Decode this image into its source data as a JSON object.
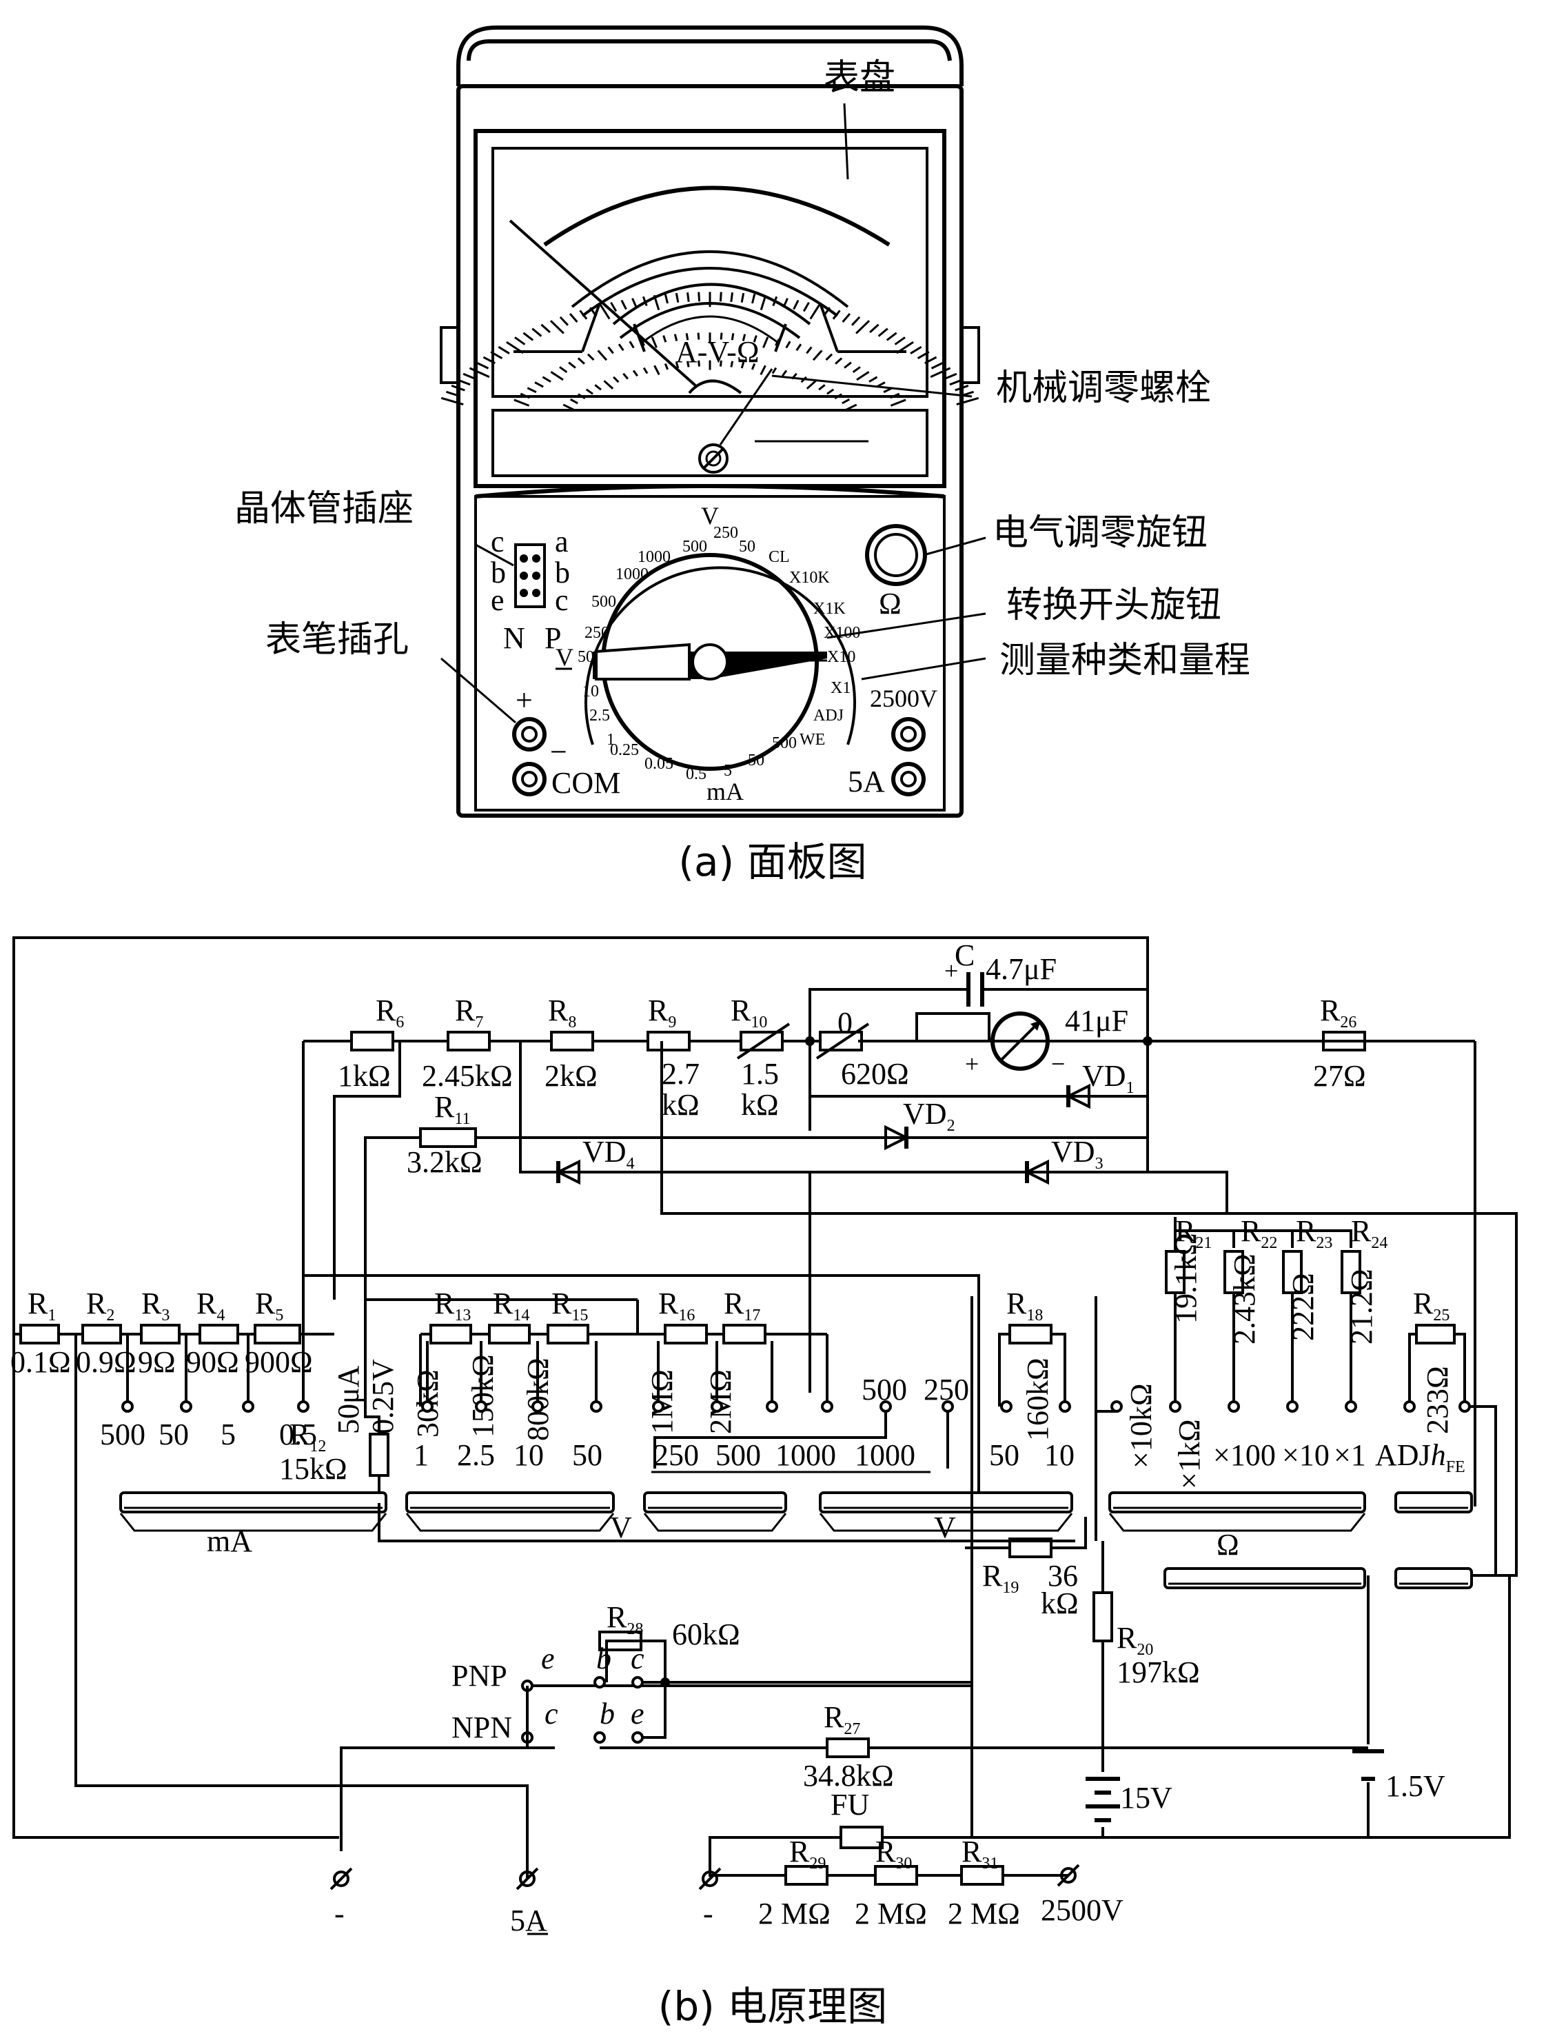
{
  "panel": {
    "labels": {
      "dial": "表盘",
      "zero_screw": "机械调零螺栓",
      "transistor_socket": "晶体管插座",
      "elec_zero": "电气调零旋钮",
      "switch_knob": "转换开头旋钮",
      "measure_kind": "测量种类和量程",
      "probe_jack": "表笔插孔"
    },
    "meter_text": "A-V-Ω",
    "socket": {
      "left": [
        "c",
        "b",
        "e"
      ],
      "right": [
        "a",
        "b",
        "c"
      ],
      "bottom": [
        "N",
        "P"
      ]
    },
    "dial_ticks": {
      "v_dc": [
        "1000",
        "500",
        "250",
        "50",
        "10",
        "2.5"
      ],
      "v_ac_top": [
        "1000",
        "500",
        "250",
        "50"
      ],
      "ma": [
        "1",
        "0.25",
        "0.05",
        "0.5",
        "5",
        "50",
        "500"
      ],
      "ohm": [
        "CL",
        "X10K",
        "X1K",
        "X100",
        "X10",
        "X1"
      ],
      "misc": [
        "ADJ",
        "WE"
      ],
      "top_v": "V",
      "left_v": "V",
      "bottom_ma": "mA"
    },
    "jacks": {
      "plus": "+",
      "minus": "−",
      "com": "COM",
      "right_v": "2500V",
      "right_a": "5A",
      "ohm": "Ω"
    },
    "caption": "(a)  面板图"
  },
  "circuit": {
    "caption": "(b)  电原理图",
    "resistors": {
      "R1": {
        "name": "R",
        "sub": "1",
        "value": "0.1Ω"
      },
      "R2": {
        "name": "R",
        "sub": "2",
        "value": "0.9Ω"
      },
      "R3": {
        "name": "R",
        "sub": "3",
        "value": "9Ω"
      },
      "R4": {
        "name": "R",
        "sub": "4",
        "value": "90Ω"
      },
      "R5": {
        "name": "R",
        "sub": "5",
        "value": "900Ω"
      },
      "R6": {
        "name": "R",
        "sub": "6",
        "value": "1kΩ"
      },
      "R7": {
        "name": "R",
        "sub": "7",
        "value": "2.45kΩ"
      },
      "R8": {
        "name": "R",
        "sub": "8",
        "value": "2kΩ"
      },
      "R9": {
        "name": "R",
        "sub": "9",
        "value": "2.7",
        "value2": "kΩ"
      },
      "R10": {
        "name": "R",
        "sub": "10",
        "value": "1.5",
        "value2": "kΩ"
      },
      "R11": {
        "name": "R",
        "sub": "11",
        "value": "3.2kΩ"
      },
      "R12": {
        "name": "R",
        "sub": "12",
        "value": "15kΩ"
      },
      "R13": {
        "name": "R",
        "sub": "13",
        "value": "30kΩ"
      },
      "R14": {
        "name": "R",
        "sub": "14",
        "value": "150kΩ"
      },
      "R15": {
        "name": "R",
        "sub": "15",
        "value": "800kΩ"
      },
      "R16": {
        "name": "R",
        "sub": "16",
        "value": "1MΩ"
      },
      "R17": {
        "name": "R",
        "sub": "17",
        "value": "2MΩ"
      },
      "R18": {
        "name": "R",
        "sub": "18",
        "value": "160kΩ"
      },
      "R19": {
        "name": "R",
        "sub": "19",
        "value": "36",
        "value2": "kΩ"
      },
      "R20": {
        "name": "R",
        "sub": "20",
        "value": "197kΩ"
      },
      "R21": {
        "name": "R",
        "sub": "21",
        "value": "19.1kΩ"
      },
      "R22": {
        "name": "R",
        "sub": "22",
        "value": "2.43kΩ"
      },
      "R23": {
        "name": "R",
        "sub": "23",
        "value": "222Ω"
      },
      "R24": {
        "name": "R",
        "sub": "24",
        "value": "21.2Ω"
      },
      "R25": {
        "name": "R",
        "sub": "25",
        "value": "233Ω"
      },
      "R26": {
        "name": "R",
        "sub": "26",
        "value": "27Ω"
      },
      "R27": {
        "name": "R",
        "sub": "27",
        "value": "34.8kΩ"
      },
      "R28": {
        "name": "R",
        "sub": "28",
        "value": "60kΩ"
      },
      "R29": {
        "name": "R",
        "sub": "29",
        "value": "2 MΩ"
      },
      "R30": {
        "name": "R",
        "sub": "30",
        "value": "2 MΩ"
      },
      "R31": {
        "name": "R",
        "sub": "31",
        "value": "2 MΩ"
      }
    },
    "pot0": "0",
    "pot620": "620Ω",
    "capacitor": {
      "name": "C",
      "value": "4.7μF",
      "plus": "+"
    },
    "meter": {
      "value": "41μF",
      "plus": "+",
      "minus": "−"
    },
    "diodes": {
      "VD1": {
        "name": "VD",
        "sub": "1"
      },
      "VD2": {
        "name": "VD",
        "sub": "2"
      },
      "VD3": {
        "name": "VD",
        "sub": "3"
      },
      "VD4": {
        "name": "VD",
        "sub": "4"
      }
    },
    "ma_taps": [
      "500",
      "50",
      "5",
      "0.5"
    ],
    "meter_taps": [
      "50μA",
      "0.25V"
    ],
    "vdc_taps": [
      "1",
      "2.5",
      "10",
      "50"
    ],
    "vhigh_taps": [
      "500",
      "250"
    ],
    "vac_bottom": [
      "250",
      "500",
      "1000",
      "1000"
    ],
    "vac_taps": [
      "50",
      "10"
    ],
    "ohm_taps": [
      "×10kΩ",
      "×1kΩ",
      "×100",
      "×10",
      "×1",
      "ADJ"
    ],
    "hfe": {
      "main": "ADJ",
      "h": "h",
      "sub": "FE"
    },
    "bar_labels": {
      "ma": "mA",
      "vdc": "V",
      "vac": "V",
      "ohm": "Ω"
    },
    "transistor": {
      "pnp": "PNP",
      "npn": "NPN",
      "e1": "e",
      "c1": "c",
      "b1": "b",
      "c2": "c",
      "b2": "b",
      "e2": "e"
    },
    "batteries": {
      "b15": "15V",
      "b1_5": "1.5V"
    },
    "fuse": "FU",
    "jacks": {
      "minus": "-",
      "a5": "5A",
      "v2500": "2500V",
      "minus2": "-"
    }
  }
}
